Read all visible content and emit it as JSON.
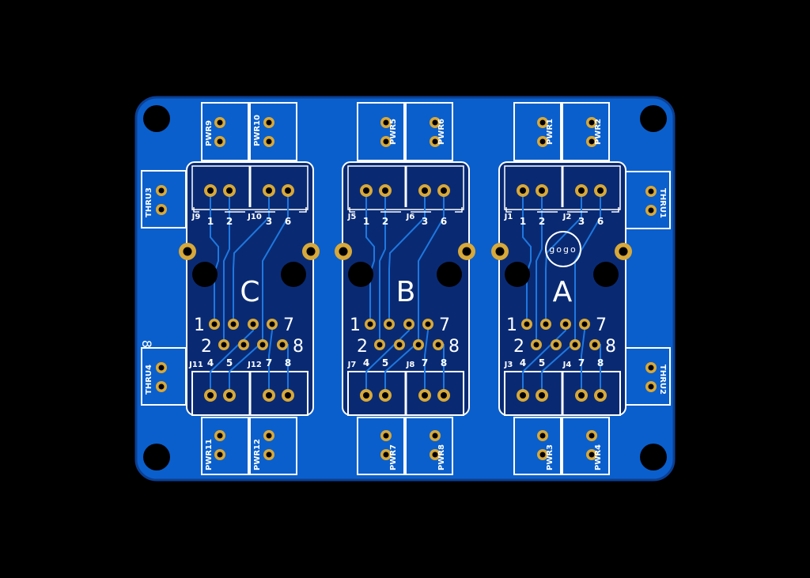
{
  "board": {
    "colors": {
      "background": "#000000",
      "board": "#0a5fcc",
      "board_edge": "#0b3f93",
      "module": "#092a73",
      "pad": "#d7a83a",
      "silk": "#ffffff",
      "trace": "#1e78e0"
    },
    "logo_text": "gogo",
    "side_mark": "8",
    "thru_labels": [
      "THRU3",
      "THRU4",
      "THRU1",
      "THRU2"
    ],
    "modules": [
      {
        "letter": "C",
        "top_pwr": [
          "PWR9",
          "PWR10"
        ],
        "bottom_pwr": [
          "PWR11",
          "PWR12"
        ],
        "top_j": [
          "J9",
          "J10"
        ],
        "bottom_j": [
          "J11",
          "J12"
        ],
        "top_pins": [
          "1",
          "2",
          "3",
          "6"
        ],
        "bottom_pins": [
          "4",
          "5",
          "7",
          "8"
        ],
        "rj_labels": [
          "1",
          "7",
          "2",
          "8"
        ]
      },
      {
        "letter": "B",
        "top_pwr": [
          "PWR5",
          "PWR6"
        ],
        "bottom_pwr": [
          "PWR7",
          "PWR8"
        ],
        "top_j": [
          "J5",
          "J6"
        ],
        "bottom_j": [
          "J7",
          "J8"
        ],
        "top_pins": [
          "1",
          "2",
          "3",
          "6"
        ],
        "bottom_pins": [
          "4",
          "5",
          "7",
          "8"
        ],
        "rj_labels": [
          "1",
          "7",
          "2",
          "8"
        ]
      },
      {
        "letter": "A",
        "top_pwr": [
          "PWR1",
          "PWR2"
        ],
        "bottom_pwr": [
          "PWR3",
          "PWR4"
        ],
        "top_j": [
          "J1",
          "J2"
        ],
        "bottom_j": [
          "J3",
          "J4"
        ],
        "top_pins": [
          "1",
          "2",
          "3",
          "6"
        ],
        "bottom_pins": [
          "4",
          "5",
          "7",
          "8"
        ],
        "rj_labels": [
          "1",
          "7",
          "2",
          "8"
        ]
      }
    ]
  }
}
